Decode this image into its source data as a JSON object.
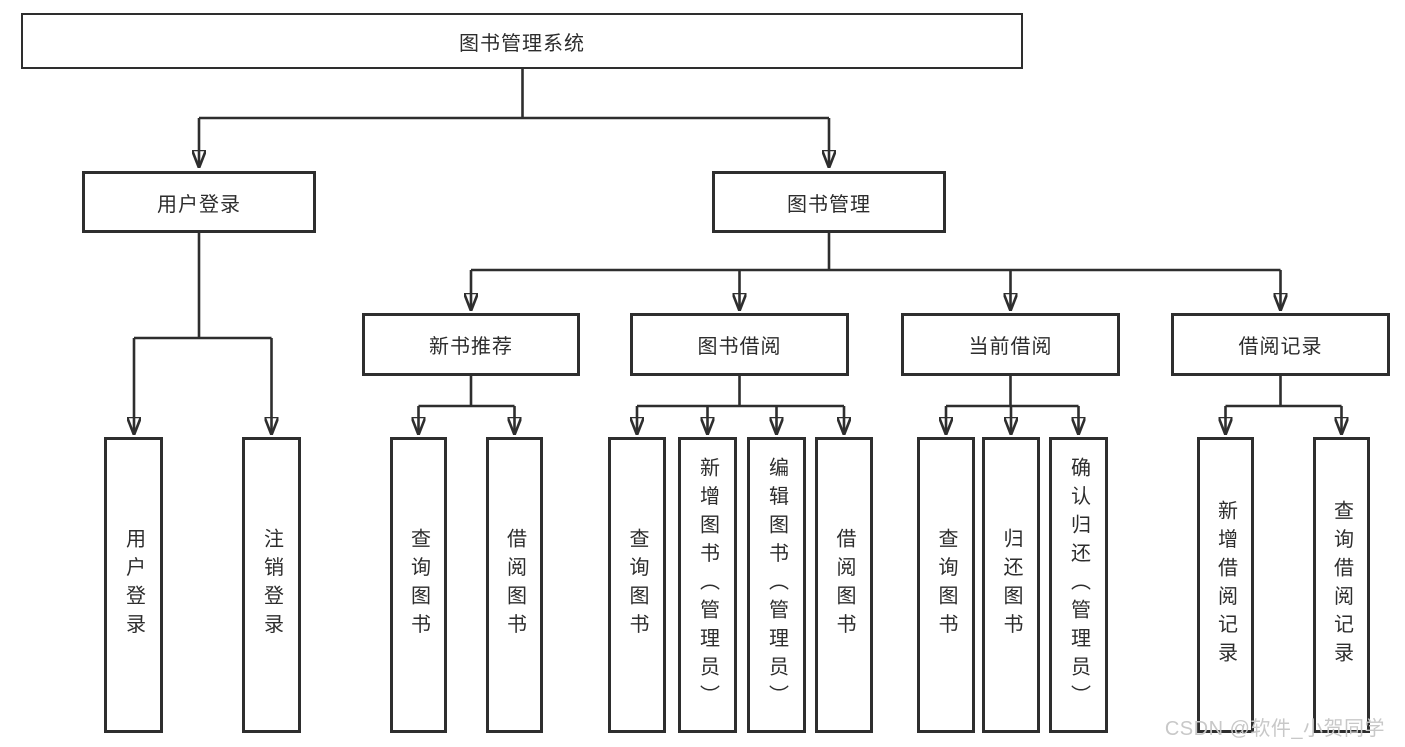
{
  "tree": {
    "root": "图书管理系统",
    "login": {
      "label": "用户登录",
      "children": [
        "用户登录",
        "注销登录"
      ]
    },
    "mgmt": {
      "label": "图书管理",
      "sections": [
        {
          "label": "新书推荐",
          "children": [
            "查询图书",
            "借阅图书"
          ]
        },
        {
          "label": "图书借阅",
          "children": [
            "查询图书",
            "新增图书（管理员）",
            "编辑图书（管理员）",
            "借阅图书"
          ]
        },
        {
          "label": "当前借阅",
          "children": [
            "查询图书",
            "归还图书",
            "确认归还（管理员）"
          ]
        },
        {
          "label": "借阅记录",
          "children": [
            "新增借阅记录",
            "查询借阅记录"
          ]
        }
      ]
    }
  },
  "watermark": "CSDN @软件_小贺同学",
  "colors": {
    "line": "#2e2e2e",
    "text": "#2d2d2d",
    "watermark": "#c8c8c8",
    "background": "#ffffff"
  }
}
